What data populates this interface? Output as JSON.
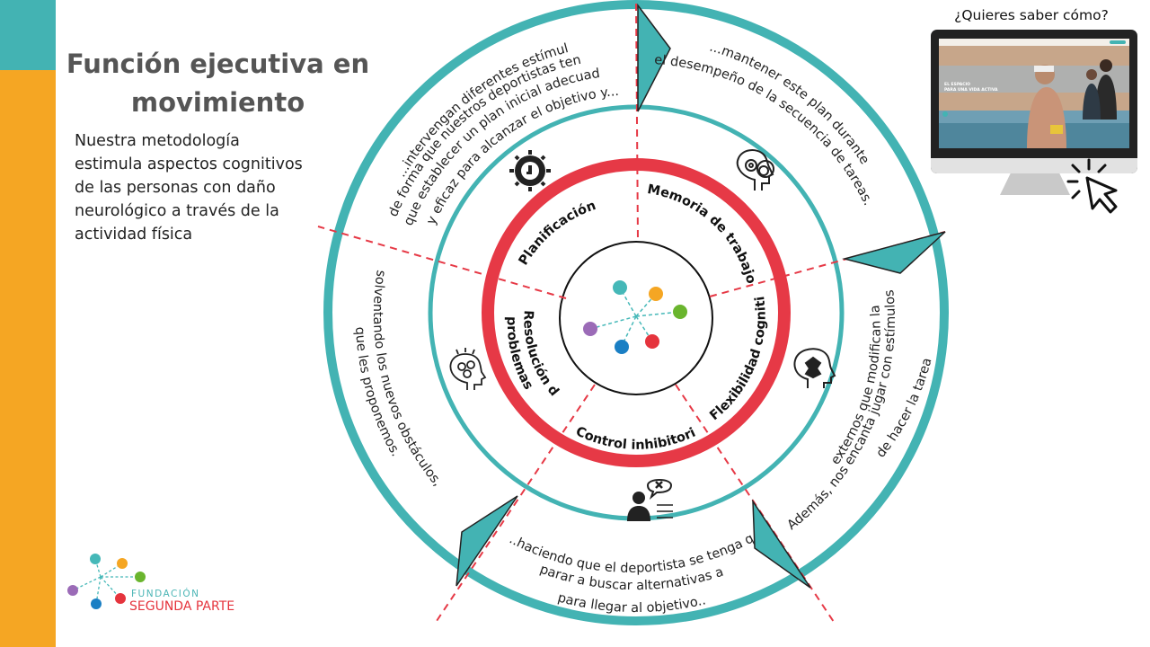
{
  "title_lines": [
    "Función ejecutiva en",
    "movimiento"
  ],
  "description_lines": [
    "Nuestra metodología",
    "estimula aspectos cognitivos",
    "de las personas con daño",
    "neurológico a través de la",
    "actividad física"
  ],
  "segments": {
    "planificacion": "Planificación",
    "memoria": "Memoria de trabajo",
    "flexibilidad": "Flexibilidad cognitiva",
    "control": "Control inhibitorio",
    "resolucion_1": "Resolución de",
    "resolucion_2": "problemas"
  },
  "outer_texts": {
    "planificacion": [
      "...intervengan diferentes estímulos,",
      "de forma que nuestros deportistas tengan",
      "que establecer un plan inicial adecuado",
      "y eficaz para alcanzar el objetivo y..."
    ],
    "memoria": [
      "...mantener este plan durante",
      "el desempeño de la secuencia de tareas."
    ],
    "flexibilidad": [
      "Además, nos encanta jugar con estímulos",
      "externos que modifican la forma",
      "de hacer la tarea.."
    ],
    "control": [
      "..haciendo que el deportista se tenga que",
      "parar a buscar alternativas a",
      "para llegar al objetivo.."
    ],
    "resolucion": [
      "solventando los nuevos obstáculos,",
      "que les proponemos."
    ]
  },
  "cta": {
    "label": "¿Quieres saber cómo?",
    "screen_heading": [
      "EL ESPACIO",
      "PARA UNA VIDA ACTIVA"
    ]
  },
  "logo": {
    "line1": "FUNDACIÓN",
    "line2": "SEGUNDA PARTE"
  },
  "icons": [
    "goal-clock-icon",
    "head-gears-icon",
    "head-puzzle-icon",
    "person-speech-icon",
    "head-brain-gears-icon",
    "cursor-click-icon"
  ],
  "colors": {
    "teal": "#43b3b3",
    "red": "#e63946",
    "orange": "#f5a623",
    "dot_teal": "#45b8b8",
    "dot_orange": "#f5a623",
    "dot_green": "#6ab52e",
    "dot_red": "#e5343d",
    "dot_blue": "#1a7fc4",
    "dot_purple": "#9b6bb7"
  }
}
